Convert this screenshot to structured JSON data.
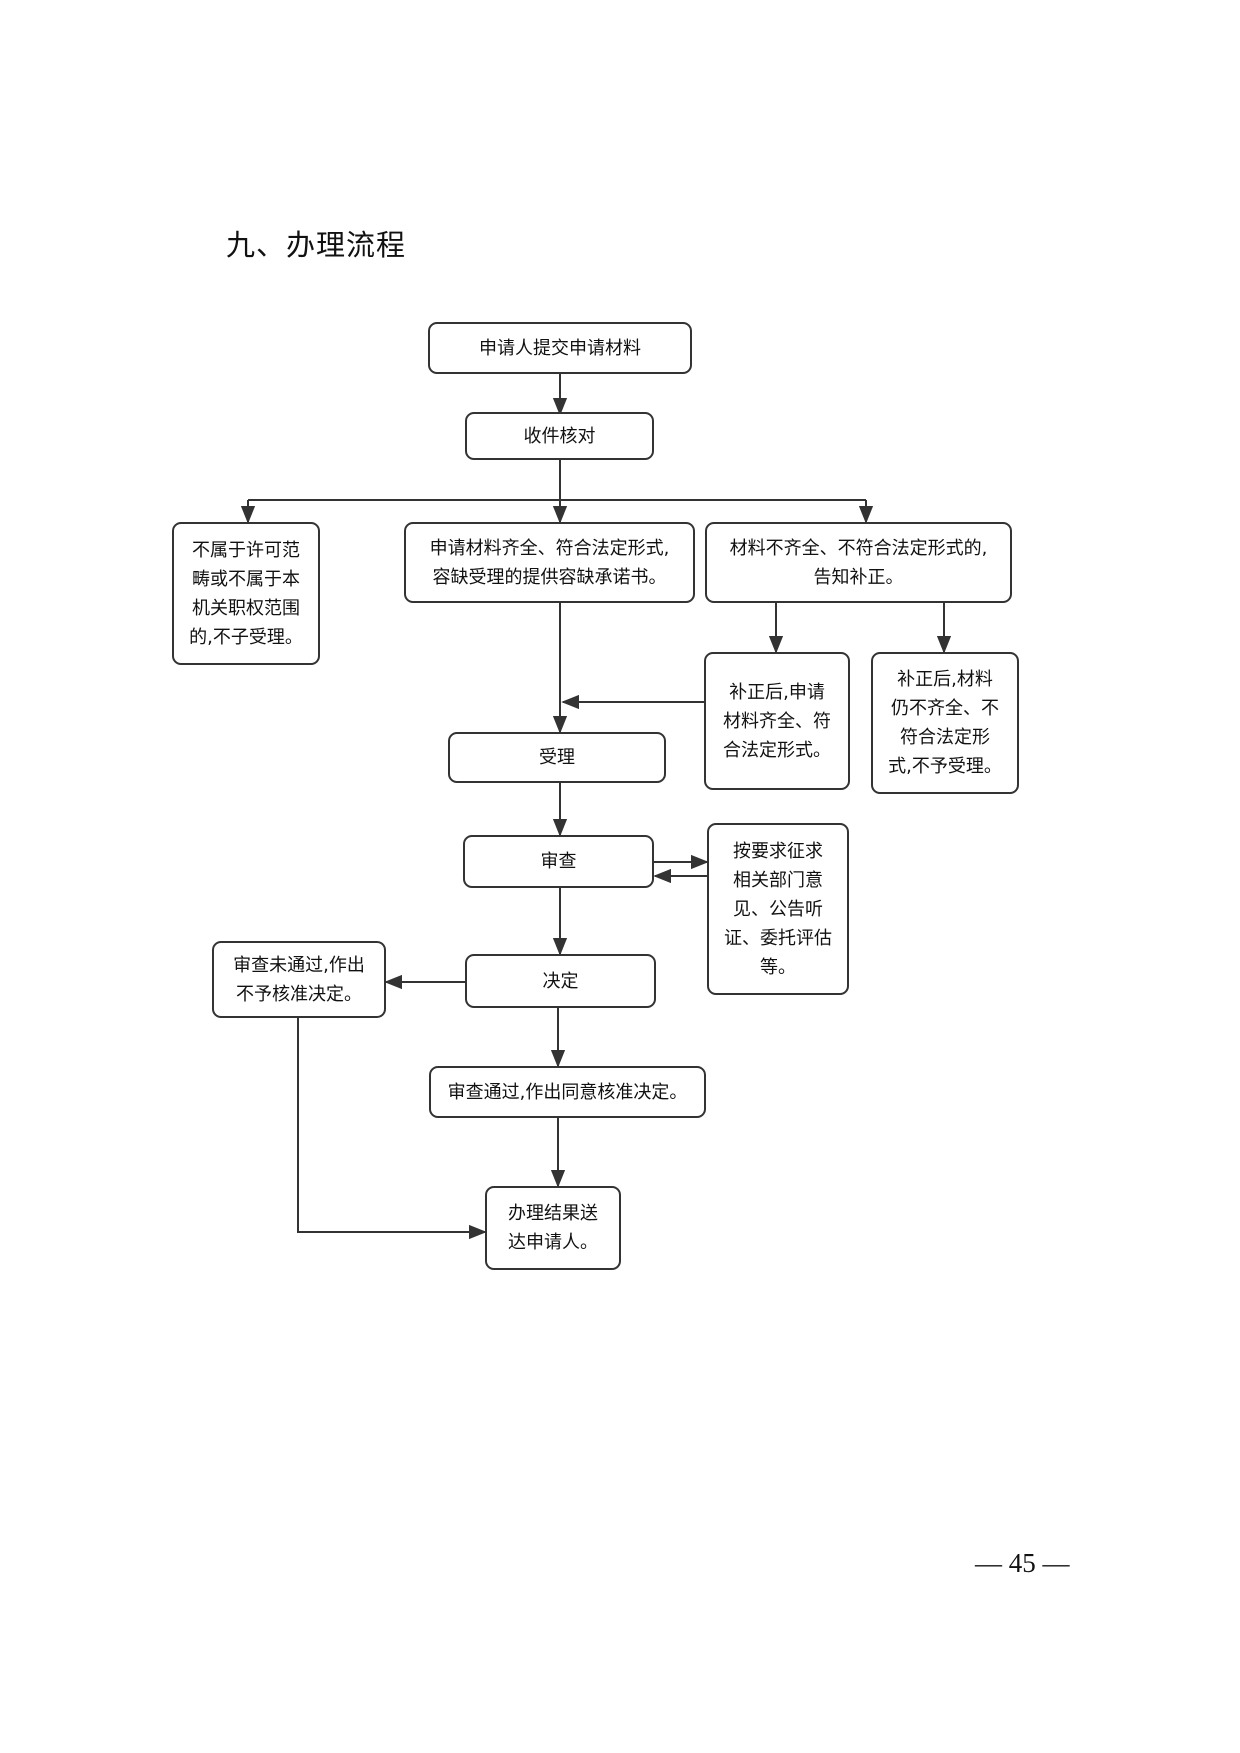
{
  "heading": "九、办理流程",
  "page_number": "— 45 —",
  "flow": {
    "submit": [
      "申请人提交申请材料"
    ],
    "receive_check": [
      "收件核对"
    ],
    "out_of_scope": [
      "不属于许可范",
      "畴或不属于本",
      "机关职权范围",
      "的,不子受理。"
    ],
    "complete": [
      "申请材料齐全、符合法定形式,",
      "容缺受理的提供容缺承诺书。"
    ],
    "incomplete": [
      "材料不齐全、不符合法定形式的,",
      "告知补正。"
    ],
    "corrected_ok": [
      "补正后,申请",
      "材料齐全、符",
      "合法定形式。"
    ],
    "corrected_fail": [
      "补正后,材料",
      "仍不齐全、不",
      "符合法定形",
      "式,不予受理。"
    ],
    "accept": [
      "受理"
    ],
    "review": [
      "审查"
    ],
    "consult": [
      "按要求征求",
      "相关部门意",
      "见、公告听",
      "证、委托评估",
      "等。"
    ],
    "decision": [
      "决定"
    ],
    "reject": [
      "审查未通过,作出",
      "不予核准决定。"
    ],
    "approve": [
      "审查通过,作出同意核准决定。"
    ],
    "deliver": [
      "办理结果送",
      "达申请人。"
    ]
  }
}
